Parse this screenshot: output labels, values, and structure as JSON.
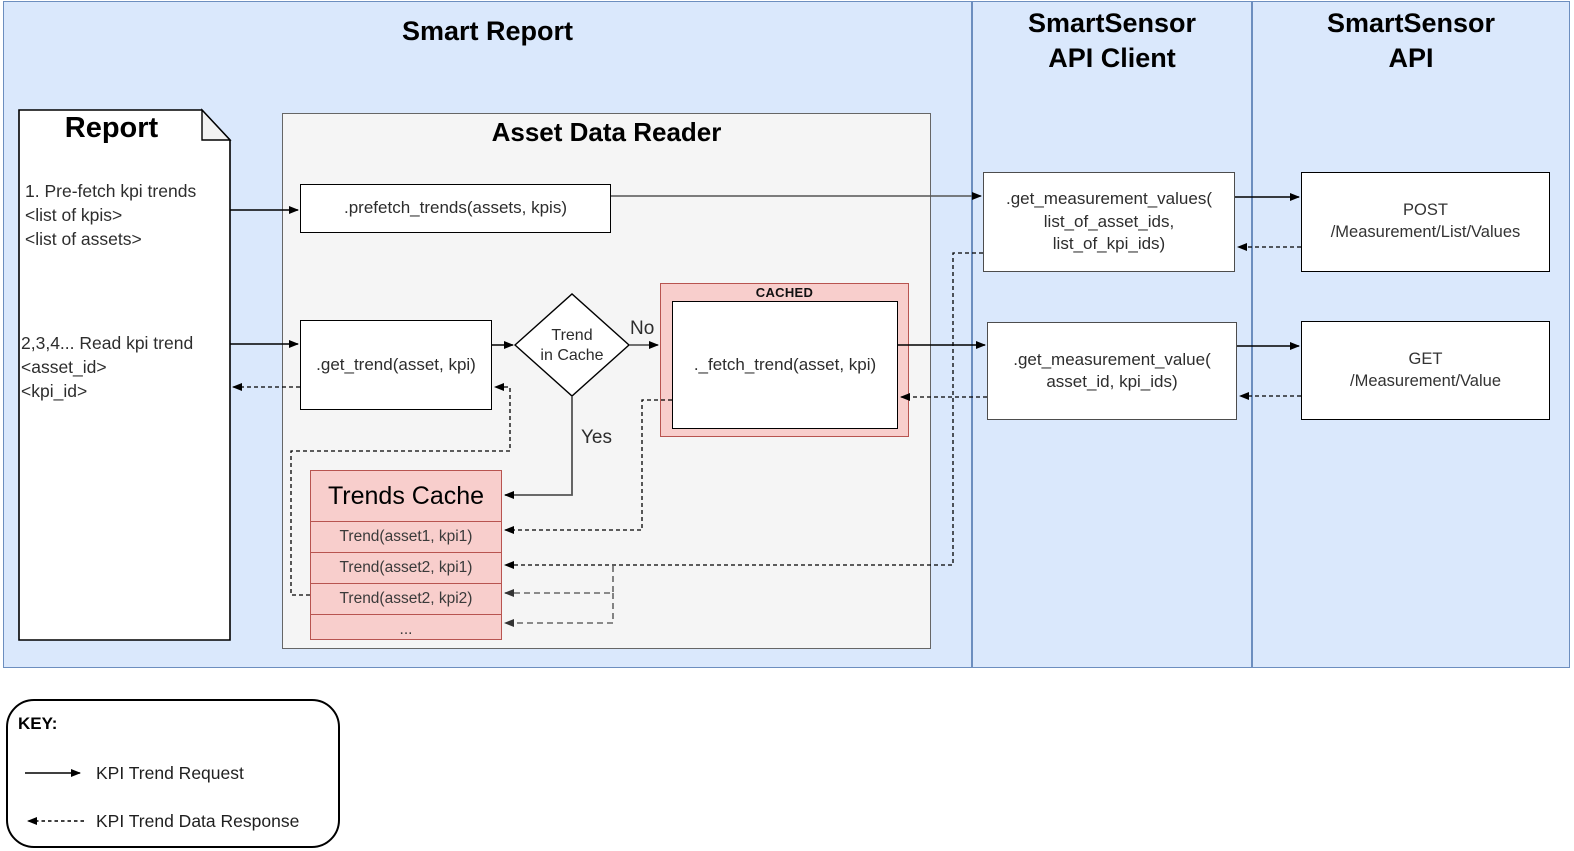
{
  "colors": {
    "lane_fill": "#dae8fc",
    "lane_border": "#6c8ebf",
    "panel_fill": "#f5f5f5",
    "panel_border": "#666666",
    "pink_fill": "#f8cecc",
    "pink_border": "#b85450",
    "box_fill": "#ffffff",
    "box_border": "#000000"
  },
  "lanes": [
    {
      "title": "Smart Report"
    },
    {
      "title": "SmartSensor\nAPI Client"
    },
    {
      "title": "SmartSensor\nAPI"
    }
  ],
  "report": {
    "title": "Report",
    "step_prefetch": "1. Pre-fetch kpi trends\n<list of kpis>\n<list of assets>",
    "step_read": "2,3,4... Read kpi trend\n<asset_id>\n<kpi_id>"
  },
  "reader": {
    "title": "Asset Data Reader",
    "prefetch_label": ".prefetch_trends(assets, kpis)",
    "get_trend_label": ".get_trend(asset, kpi)",
    "decision_label": "Trend\nin Cache",
    "decision_no": "No",
    "decision_yes": "Yes",
    "cached_tag": "CACHED",
    "fetch_trend_label": "._fetch_trend(asset, kpi)"
  },
  "cache": {
    "title": "Trends Cache",
    "rows": [
      "Trend(asset1, kpi1)",
      "Trend(asset2, kpi1)",
      "Trend(asset2, kpi2)",
      "..."
    ]
  },
  "api_client": {
    "values_label": ".get_measurement_values(\nlist_of_asset_ids,\nlist_of_kpi_ids)",
    "value_label": ".get_measurement_value(\nasset_id, kpi_ids)"
  },
  "api": {
    "post_label": "POST\n/Measurement/List/Values",
    "get_label": "GET\n/Measurement/Value"
  },
  "key": {
    "title": "KEY:",
    "request_label": "KPI Trend Request",
    "response_label": "KPI Trend Data Response"
  }
}
